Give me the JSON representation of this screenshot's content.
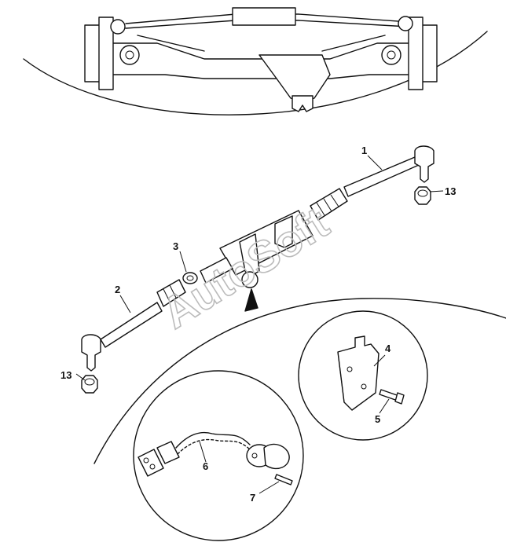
{
  "watermark": "AutoSoft",
  "callouts": {
    "c1": "1",
    "c2": "2",
    "c3": "3",
    "c4": "4",
    "c5": "5",
    "c6": "6",
    "c7": "7",
    "c13a": "13",
    "c13b": "13"
  }
}
